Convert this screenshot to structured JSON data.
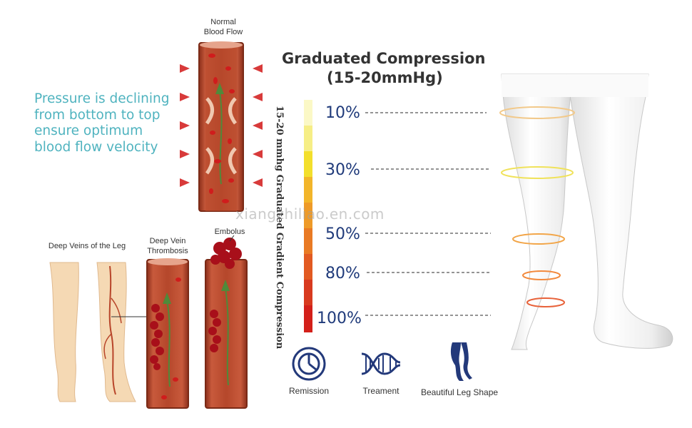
{
  "labels": {
    "normal_blood_flow": "Normal\nBlood Flow",
    "pressure_text": "Pressure is declining\nfrom bottom to top\nensure optimum\nblood flow velocity",
    "deep_veins": "Deep Veins of the Leg",
    "deep_vein_thrombosis": "Deep Vein\nThrombosis",
    "embolus": "Embolus"
  },
  "compression": {
    "title_line1": "Graduated Compression",
    "title_line2": "(15-20mmHg)",
    "vertical_text": "15-20 mmhg Graduated Gradient Compression",
    "levels": [
      "10%",
      "30%",
      "50%",
      "80%",
      "100%"
    ]
  },
  "watermark": "xiangzhiliao.en.com",
  "icons": [
    {
      "label": "Remission",
      "icon": "gauge-icon"
    },
    {
      "label": "Treament",
      "icon": "dna-icon"
    },
    {
      "label": "Beautiful Leg Shape",
      "icon": "legs-icon"
    }
  ],
  "colors": {
    "vessel": "#b5472b",
    "vessel_light": "#e6a48c",
    "blood": "#d01c1c",
    "teal_text": "#4fb3bf",
    "navy": "#1f3a7a"
  }
}
